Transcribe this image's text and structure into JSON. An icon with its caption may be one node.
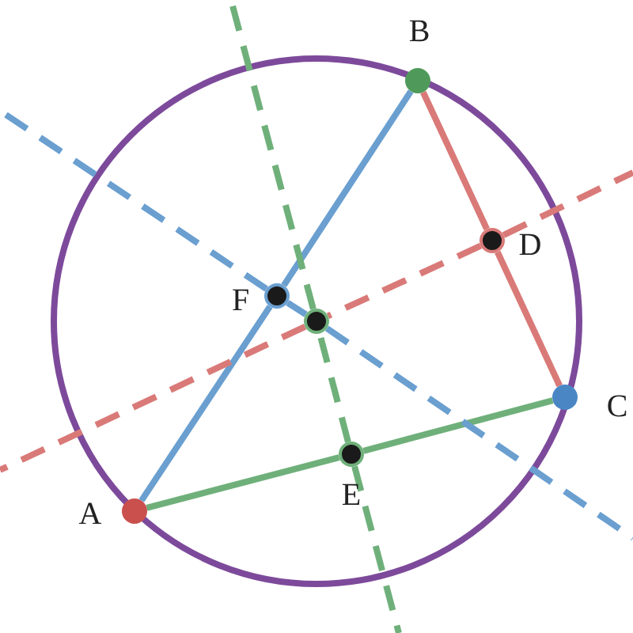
{
  "diagram": {
    "nodes": [
      {
        "text": [
          "A"
        ]
      },
      {
        "text": [
          "B"
        ]
      },
      {
        "text": [
          "C"
        ]
      },
      {
        "text": [
          "D"
        ]
      },
      {
        "text": [
          "E"
        ]
      },
      {
        "text": [
          "F"
        ]
      },
      {
        "text": [],
        "shape": "circle"
      }
    ],
    "edges": [
      {
        "from": 0,
        "to": 5,
        "arrow": "none",
        "color": "#6a9fd0"
      },
      {
        "from": 5,
        "to": 1,
        "arrow": "none",
        "color": "#6a9fd0"
      },
      {
        "from": 1,
        "to": 3,
        "arrow": "none",
        "color": "#d97a78"
      },
      {
        "from": 3,
        "to": 2,
        "arrow": "none",
        "color": "#d97a78"
      },
      {
        "from": 2,
        "to": 4,
        "arrow": "none",
        "color": "#6fb07a"
      },
      {
        "from": 4,
        "to": 0,
        "arrow": "none",
        "color": "#6fb07a"
      },
      {
        "from": 3,
        "to": 6,
        "arrow": "none",
        "style": "dashed",
        "color": "#d97a78"
      },
      {
        "from": 3,
        "to": null,
        "arrow": "none",
        "style": "dashed",
        "color": "#d97a78"
      },
      {
        "from": 6,
        "to": null,
        "arrow": "none",
        "style": "dashed",
        "color": "#d97a78"
      },
      {
        "from": 4,
        "to": 6,
        "arrow": "none",
        "style": "dashed",
        "color": "#6fb07a"
      },
      {
        "from": 4,
        "to": null,
        "arrow": "none",
        "style": "dashed",
        "color": "#6fb07a"
      },
      {
        "from": 6,
        "to": null,
        "arrow": "none",
        "style": "dashed",
        "color": "#6fb07a"
      },
      {
        "from": 5,
        "to": 6,
        "arrow": "none",
        "style": "dashed",
        "color": "#6a9fd0"
      },
      {
        "from": 5,
        "to": null,
        "arrow": "none",
        "style": "dashed",
        "color": "#6a9fd0"
      },
      {
        "from": 6,
        "to": null,
        "arrow": "none",
        "style": "dashed",
        "color": "#6a9fd0"
      }
    ]
  }
}
